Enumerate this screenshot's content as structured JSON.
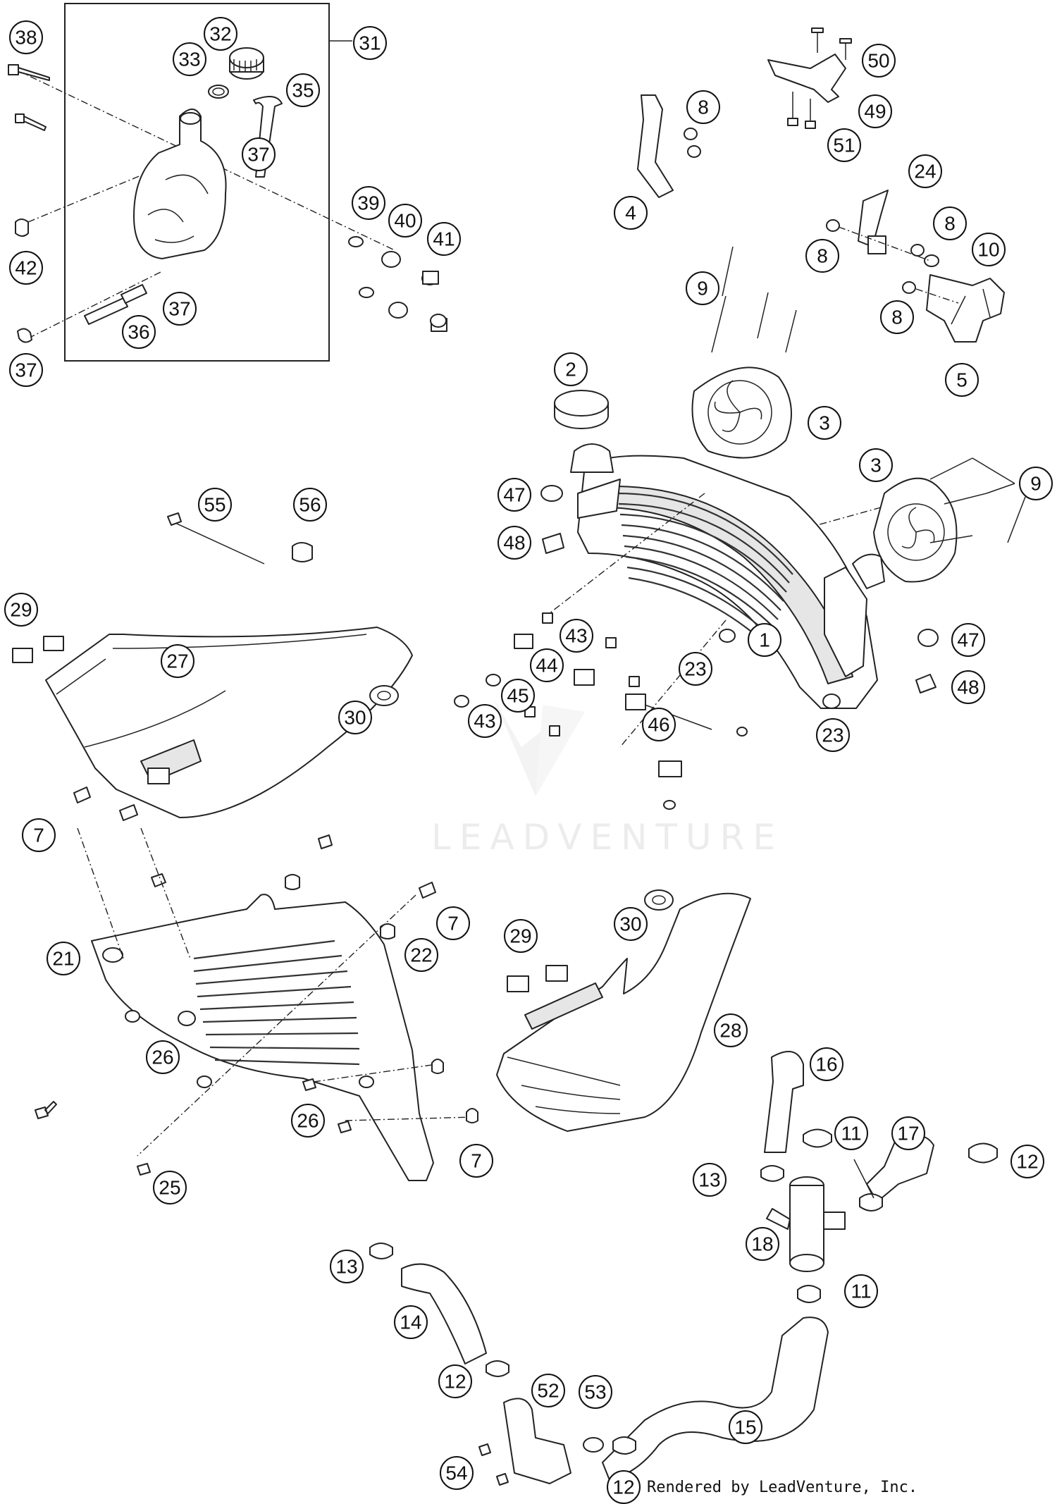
{
  "watermark": "LEADVENTURE",
  "credit": "Rendered by LeadVenture, Inc.",
  "callouts": [
    {
      "id": "c38",
      "label": "38"
    },
    {
      "id": "c32",
      "label": "32"
    },
    {
      "id": "c33",
      "label": "33"
    },
    {
      "id": "c31",
      "label": "31"
    },
    {
      "id": "c35",
      "label": "35"
    },
    {
      "id": "c37a",
      "label": "37"
    },
    {
      "id": "c39",
      "label": "39"
    },
    {
      "id": "c40",
      "label": "40"
    },
    {
      "id": "c41",
      "label": "41"
    },
    {
      "id": "c42",
      "label": "42"
    },
    {
      "id": "c37b",
      "label": "37"
    },
    {
      "id": "c36",
      "label": "36"
    },
    {
      "id": "c37c",
      "label": "37"
    },
    {
      "id": "c50",
      "label": "50"
    },
    {
      "id": "c8a",
      "label": "8"
    },
    {
      "id": "c49",
      "label": "49"
    },
    {
      "id": "c51",
      "label": "51"
    },
    {
      "id": "c4",
      "label": "4"
    },
    {
      "id": "c24",
      "label": "24"
    },
    {
      "id": "c8b",
      "label": "8"
    },
    {
      "id": "c10",
      "label": "10"
    },
    {
      "id": "c8c",
      "label": "8"
    },
    {
      "id": "c8d",
      "label": "8"
    },
    {
      "id": "c5",
      "label": "5"
    },
    {
      "id": "c9a",
      "label": "9"
    },
    {
      "id": "c2",
      "label": "2"
    },
    {
      "id": "c3a",
      "label": "3"
    },
    {
      "id": "c3b",
      "label": "3"
    },
    {
      "id": "c9b",
      "label": "9"
    },
    {
      "id": "c47a",
      "label": "47"
    },
    {
      "id": "c48a",
      "label": "48"
    },
    {
      "id": "c55",
      "label": "55"
    },
    {
      "id": "c56",
      "label": "56"
    },
    {
      "id": "c29a",
      "label": "29"
    },
    {
      "id": "c27",
      "label": "27"
    },
    {
      "id": "c30a",
      "label": "30"
    },
    {
      "id": "c43a",
      "label": "43"
    },
    {
      "id": "c44",
      "label": "44"
    },
    {
      "id": "c45",
      "label": "45"
    },
    {
      "id": "c43b",
      "label": "43"
    },
    {
      "id": "c23a",
      "label": "23"
    },
    {
      "id": "c1",
      "label": "1"
    },
    {
      "id": "c46",
      "label": "46"
    },
    {
      "id": "c47b",
      "label": "47"
    },
    {
      "id": "c48b",
      "label": "48"
    },
    {
      "id": "c23b",
      "label": "23"
    },
    {
      "id": "c7a",
      "label": "7"
    },
    {
      "id": "c21",
      "label": "21"
    },
    {
      "id": "c22",
      "label": "22"
    },
    {
      "id": "c7b",
      "label": "7"
    },
    {
      "id": "c29b",
      "label": "29"
    },
    {
      "id": "c30b",
      "label": "30"
    },
    {
      "id": "c28",
      "label": "28"
    },
    {
      "id": "c26a",
      "label": "26"
    },
    {
      "id": "c26b",
      "label": "26"
    },
    {
      "id": "c7c",
      "label": "7"
    },
    {
      "id": "c25",
      "label": "25"
    },
    {
      "id": "c16",
      "label": "16"
    },
    {
      "id": "c11a",
      "label": "11"
    },
    {
      "id": "c17",
      "label": "17"
    },
    {
      "id": "c12a",
      "label": "12"
    },
    {
      "id": "c13a",
      "label": "13"
    },
    {
      "id": "c18",
      "label": "18"
    },
    {
      "id": "c11b",
      "label": "11"
    },
    {
      "id": "c13b",
      "label": "13"
    },
    {
      "id": "c14",
      "label": "14"
    },
    {
      "id": "c12b",
      "label": "12"
    },
    {
      "id": "c52",
      "label": "52"
    },
    {
      "id": "c53",
      "label": "53"
    },
    {
      "id": "c15",
      "label": "15"
    },
    {
      "id": "c54",
      "label": "54"
    },
    {
      "id": "c12c",
      "label": "12"
    }
  ]
}
